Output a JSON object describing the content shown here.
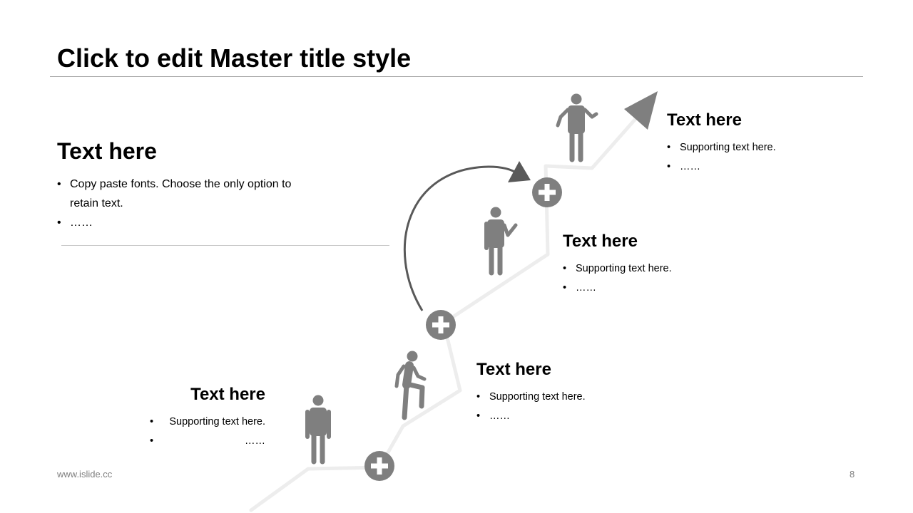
{
  "slide": {
    "title": "Click to edit Master title style",
    "footer_url": "www.islide.cc",
    "page_number": "8"
  },
  "main_block": {
    "heading": "Text here",
    "bullets": [
      "Copy paste fonts. Choose the only option to retain text.",
      "……"
    ]
  },
  "steps": [
    {
      "heading": "Text here",
      "bullets": [
        "Supporting text here.",
        "……"
      ]
    },
    {
      "heading": "Text here",
      "bullets": [
        "Supporting text here.",
        "……"
      ]
    },
    {
      "heading": "Text here",
      "bullets": [
        "Supporting text here.",
        "……"
      ]
    },
    {
      "heading": "Text here",
      "bullets": [
        "Supporting text here.",
        "……"
      ]
    }
  ],
  "icons": {
    "plus_circle": "plus-circle-icon",
    "person_standing": "person-standing-icon",
    "person_climbing": "person-climbing-icon",
    "person_pointing": "person-pointing-icon",
    "person_shrugging": "person-shrugging-icon",
    "arrow": "arrow-icon"
  },
  "colors": {
    "icon": "#7f7f7f",
    "path": "#ededed",
    "arc": "#595959",
    "rule": "#a6a6a6",
    "footer": "#7f7f7f"
  }
}
